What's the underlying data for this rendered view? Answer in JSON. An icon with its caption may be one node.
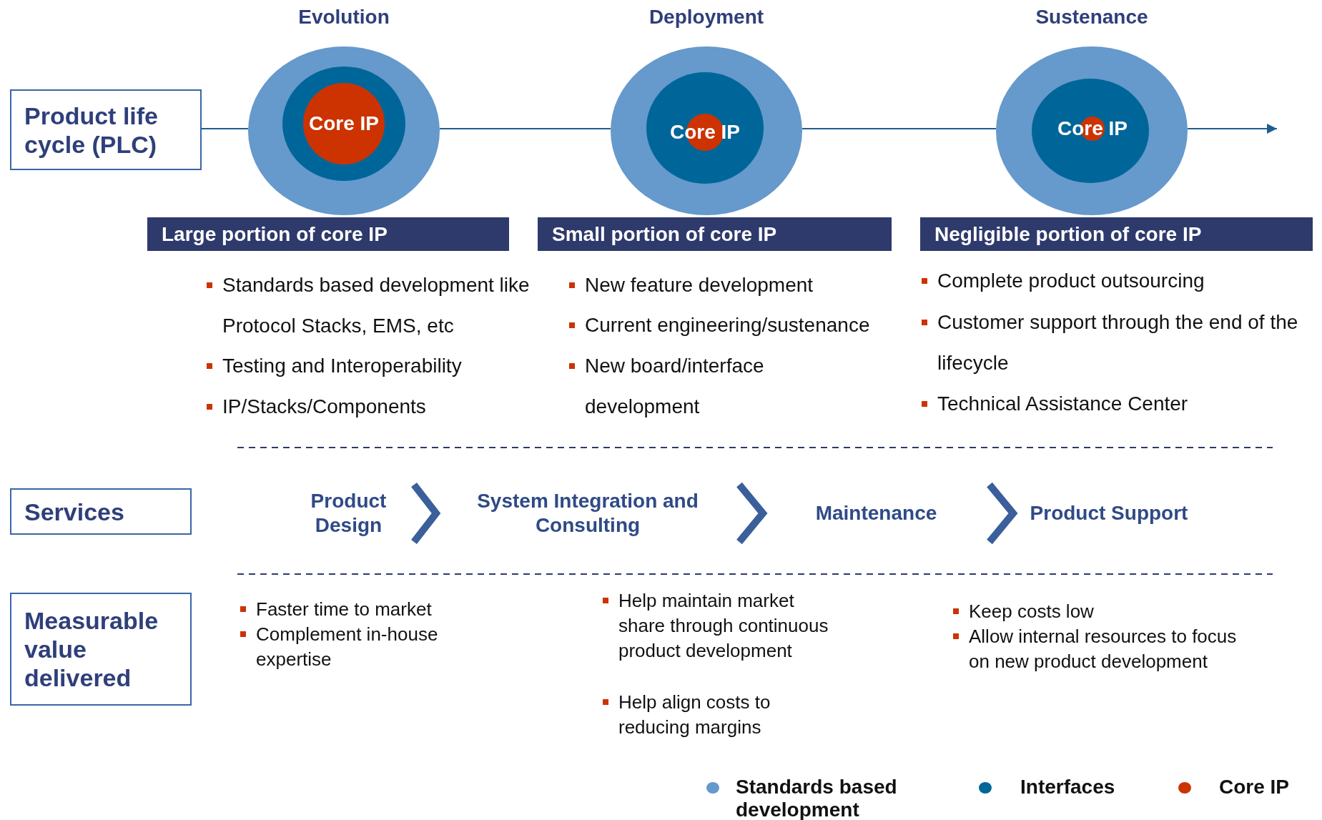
{
  "diagram": {
    "nodes": [
      {
        "text": [
          "Product life cycle (PLC)"
        ]
      },
      {
        "text": [
          "Evolution"
        ]
      },
      {
        "text": [],
        "shape": "circle",
        "in": 1
      },
      {
        "text": [
          "Core IP"
        ],
        "in": 2
      },
      {
        "text": [
          "Deployment"
        ]
      },
      {
        "text": [],
        "shape": "circle",
        "in": 4
      },
      {
        "text": [
          "Core IP"
        ],
        "in": 5
      },
      {
        "text": [
          "Sustenance"
        ]
      },
      {
        "text": [],
        "shape": "circle",
        "in": 7
      },
      {
        "text": [
          "Core IP"
        ],
        "in": 8
      },
      {
        "text": [
          "Large portion of core IP"
        ]
      },
      {
        "text": [
          "Small portion of core IP"
        ]
      },
      {
        "text": [
          "Negligible portion of core IP"
        ]
      },
      {
        "text": [
          "Services"
        ]
      },
      {
        "text": [
          "Product Design"
        ]
      },
      {
        "text": [
          "System Integration and Consulting"
        ]
      },
      {
        "text": [
          "Maintenance"
        ]
      },
      {
        "text": [
          "Product Support"
        ]
      },
      {
        "text": [
          "Measurable value delivered"
        ]
      }
    ],
    "edges": [
      {
        "from": 0,
        "to": 1,
        "arrow": "none"
      },
      {
        "from": 1,
        "to": 4,
        "arrow": "none"
      },
      {
        "from": 4,
        "to": 7,
        "arrow": "none"
      },
      {
        "from": 7,
        "to": null,
        "arrow": "to"
      },
      {
        "from": 14,
        "to": 15,
        "arrow": "to",
        "style": "thick"
      },
      {
        "from": 15,
        "to": 16,
        "arrow": "to",
        "style": "thick"
      },
      {
        "from": 16,
        "to": 17,
        "arrow": "to",
        "style": "thick"
      }
    ],
    "labels": [
      "Standards based development like Protocol Stacks, EMS, etc",
      "Testing and Interoperability",
      "IP/Stacks/Components",
      "New feature development",
      "Current engineering/sustenance",
      "New board/interface development",
      "Complete product outsourcing",
      "Customer support through the end of the lifecycle",
      "Technical Assistance Center",
      "Faster time to market",
      "Complement in-house expertise",
      "Help maintain market share through continuous product development",
      "Help align costs to reducing margins",
      "Keep costs low",
      "Allow internal resources to focus on new product development"
    ],
    "legend": [
      {
        "text": "Standards based development",
        "color": "#6699cc"
      },
      {
        "text": "Interfaces",
        "color": "#006699"
      },
      {
        "text": "Core IP",
        "color": "#cc3300"
      }
    ]
  }
}
